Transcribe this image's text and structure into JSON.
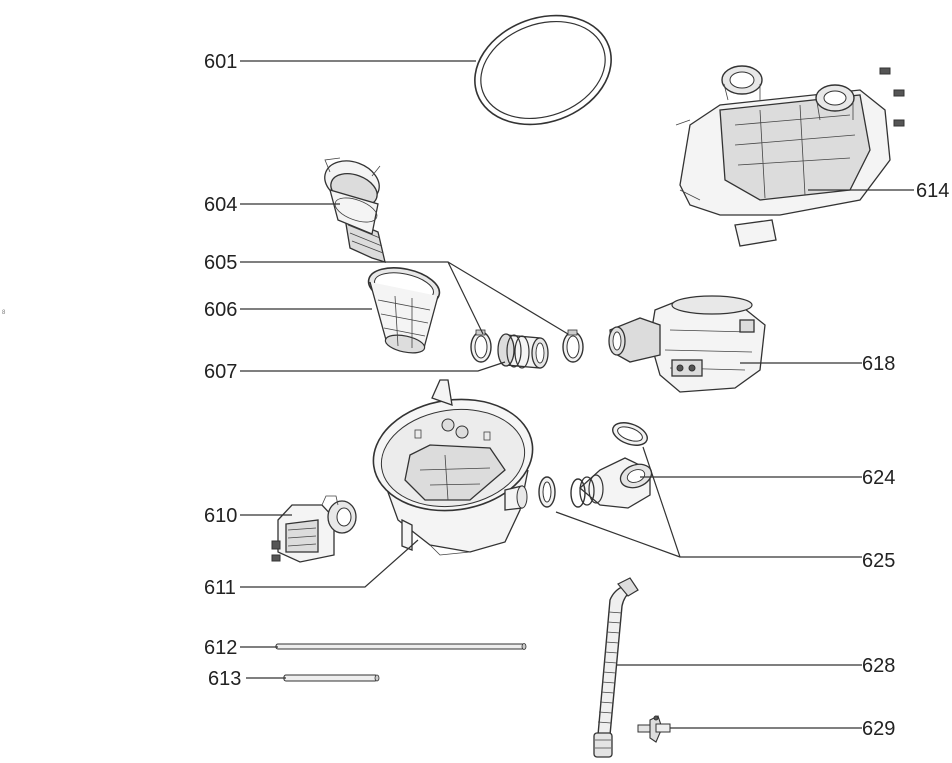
{
  "labels": {
    "p601": "601",
    "p604": "604",
    "p605": "605",
    "p606": "606",
    "p607": "607",
    "p610": "610",
    "p611": "611",
    "p612": "612",
    "p613": "613",
    "p614": "614",
    "p618": "618",
    "p624": "624",
    "p625": "625",
    "p628": "628",
    "p629": "629"
  },
  "margin_mark": "8"
}
